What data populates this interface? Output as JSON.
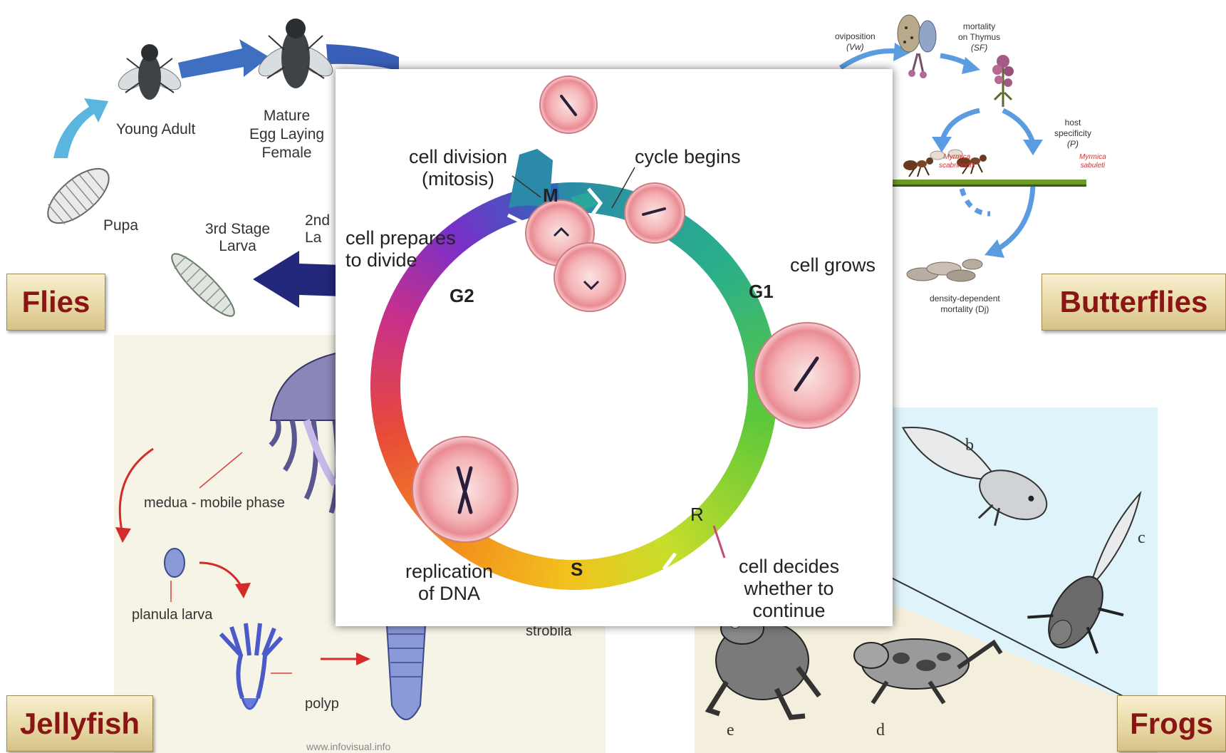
{
  "categories": {
    "flies": "Flies",
    "butterflies": "Butterflies",
    "jellyfish": "Jellyfish",
    "frogs": "Frogs"
  },
  "flies_panel": {
    "young_adult": "Young Adult",
    "mature_female": "Mature\nEgg Laying\nFemale",
    "pupa": "Pupa",
    "third_stage_larva": "3rd Stage\nLarva",
    "second_stage_larva": "2nd\nLa"
  },
  "butterflies_panel": {
    "oviposition": "oviposition",
    "oviposition_symbol": "(Vw)",
    "mortality": "mortality\non Thymus",
    "mortality_symbol": "(SF)",
    "host_specificity": "host\nspecificity",
    "host_specificity_symbol": "(P)",
    "ant_left": "Myrmica\nscabrinodis",
    "ant_right": "Myrmica\nsabuleti",
    "density_mortality": "density-dependent\nmortality (Dj)"
  },
  "jellyfish_panel": {
    "medusa": "medua - mobile phase",
    "planula": "planula larva",
    "polyp": "polyp",
    "strobila": "strobila",
    "credit": "www.infovisual.info"
  },
  "frogs_panel": {
    "label_b": "b",
    "label_c": "c",
    "label_d": "d",
    "label_e": "e"
  },
  "cell_cycle": {
    "phases": {
      "m": "M",
      "g1": "G1",
      "s": "S",
      "g2": "G2",
      "r": "R"
    },
    "labels": {
      "cell_division": "cell division\n(mitosis)",
      "cycle_begins": "cycle begins",
      "cell_grows": "cell grows",
      "cell_decides": "cell decides\nwhether to\ncontinue",
      "replication": "replication\nof DNA",
      "prepares": "cell prepares\nto divide"
    }
  },
  "colors": {
    "tag_text": "#8b1414",
    "tag_bg": "#e8d9a6",
    "arrow_blue": "#3f6fc0",
    "arrow_navy": "#23287a",
    "arrow_red": "#d62a2a",
    "ring_m": "#2a8aa8",
    "ring_g1": "#4fc24a",
    "ring_s": "#f28a1e",
    "ring_g2": "#7a2fc8"
  },
  "icons": [
    "fly-icon",
    "larva-icon",
    "pupa-icon",
    "butterfly-icon",
    "ant-icon",
    "jellyfish-icon",
    "polyp-icon",
    "tadpole-icon",
    "frog-icon",
    "cell-icon"
  ]
}
